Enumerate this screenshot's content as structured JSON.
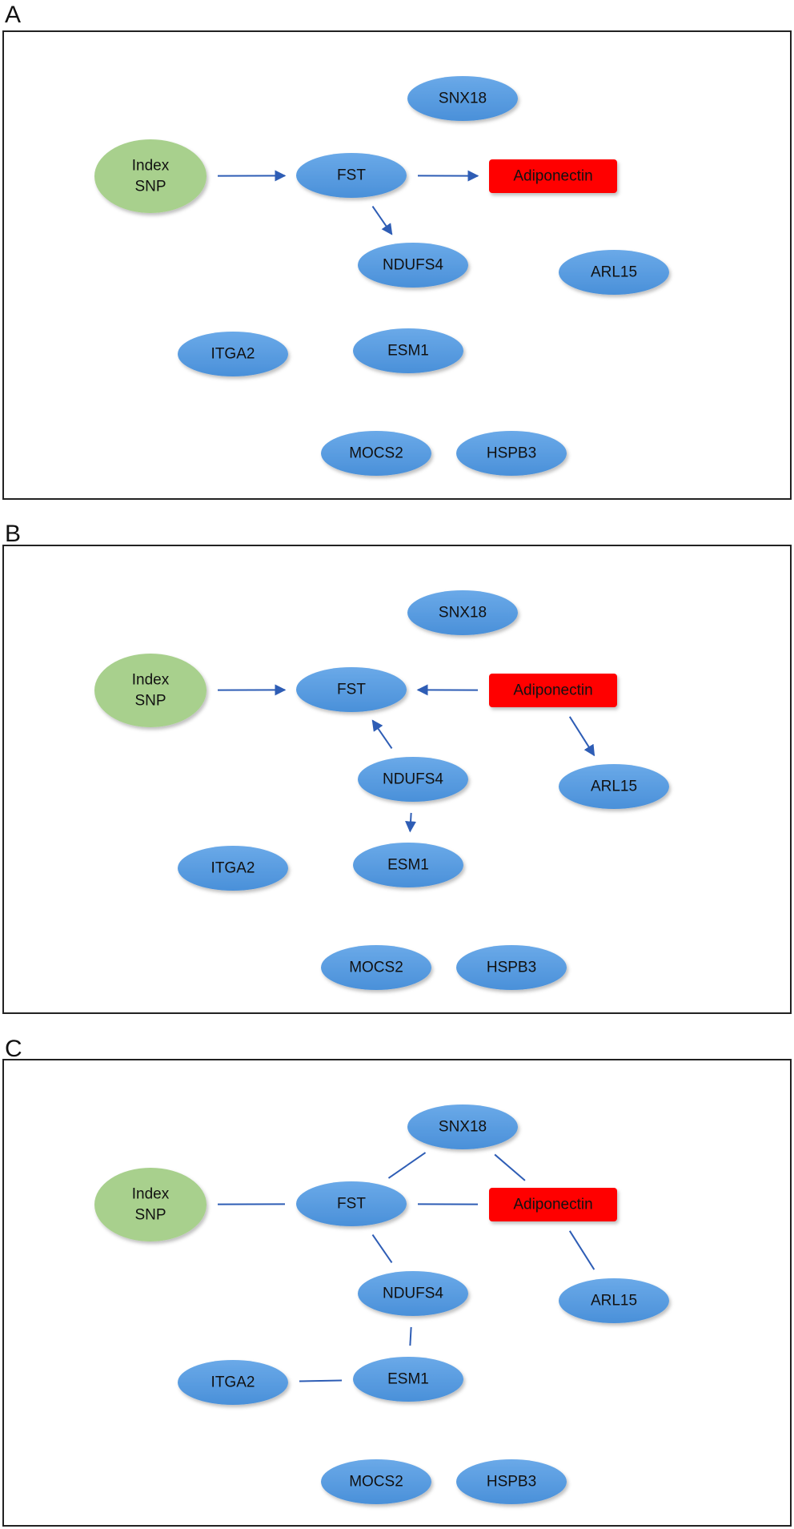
{
  "nodes": {
    "index_snp": [
      "Index",
      "SNP"
    ],
    "fst": "FST",
    "snx18": "SNX18",
    "adiponectin": "Adiponectin",
    "ndufs4": "NDUFS4",
    "arl15": "ARL15",
    "itga2": "ITGA2",
    "esm1": "ESM1",
    "mocs2": "MOCS2",
    "hspb3": "HSPB3"
  },
  "colors": {
    "gene_node": "#4a90d9",
    "index_snp_node": "#a8d08d",
    "adiponectin_node": "#ff0000",
    "edge": "#2e5db5"
  },
  "panels": [
    {
      "label": "A",
      "edge_style": "directed",
      "edges": [
        [
          "index_snp",
          "fst"
        ],
        [
          "fst",
          "adiponectin"
        ],
        [
          "fst",
          "ndufs4"
        ]
      ]
    },
    {
      "label": "B",
      "edge_style": "directed",
      "edges": [
        [
          "index_snp",
          "fst"
        ],
        [
          "adiponectin",
          "fst"
        ],
        [
          "ndufs4",
          "fst"
        ],
        [
          "adiponectin",
          "arl15"
        ],
        [
          "ndufs4",
          "esm1"
        ]
      ]
    },
    {
      "label": "C",
      "edge_style": "undirected",
      "edges": [
        [
          "index_snp",
          "fst"
        ],
        [
          "fst",
          "snx18"
        ],
        [
          "snx18",
          "adiponectin"
        ],
        [
          "fst",
          "adiponectin"
        ],
        [
          "fst",
          "ndufs4"
        ],
        [
          "adiponectin",
          "arl15"
        ],
        [
          "ndufs4",
          "esm1"
        ],
        [
          "itga2",
          "esm1"
        ]
      ]
    }
  ]
}
